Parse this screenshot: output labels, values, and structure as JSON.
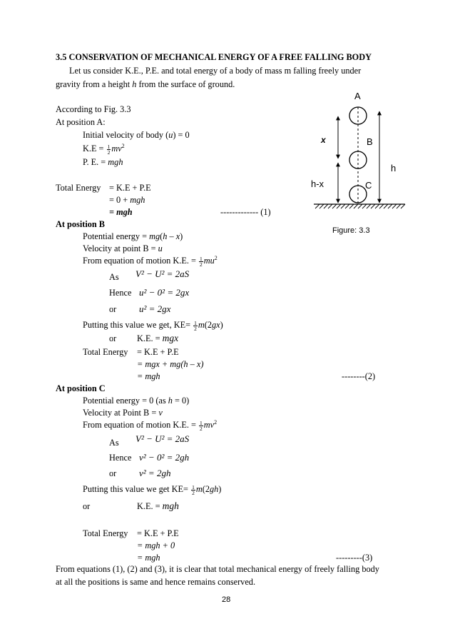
{
  "section": {
    "title": "3.5 CONSERVATION OF MECHANICAL ENERGY OF A FREE FALLING BODY",
    "intro_1": "Let us consider K.E., P.E. and total energy of a body of mass m falling freely under",
    "intro_2a": "gravity from a height ",
    "intro_h": "h",
    "intro_2b": " from the surface of ground."
  },
  "pos_a": {
    "according": "According to Fig. 3.3",
    "heading": "At position A:",
    "init_vel_a": "Initial velocity of body (",
    "init_vel_u": "u",
    "init_vel_b": ") = 0",
    "ke_label": "K.E = ",
    "half_n": "1",
    "half_d": "2",
    "ke_expr": "mv",
    "sq": "2",
    "pe_label": "P. E. = ",
    "pe_expr": "mgh",
    "total_label": "Total Energy",
    "total_l1": "= K.E + P.E",
    "total_l2a": "= 0 + ",
    "total_l2b": "mgh",
    "total_l3": "= mgh",
    "eq_marker": "------------- (1)"
  },
  "pos_b": {
    "heading": "At position B",
    "pe_a": "Potential energy = ",
    "pe_b": "mg",
    "pe_c": "(",
    "pe_d": "h – x",
    "pe_e": ")",
    "vel_a": "Velocity at point B = ",
    "vel_b": "u",
    "eom_a": "From equation of motion K.E. = ",
    "eom_b": "mu",
    "as_label": "As",
    "eq1": "V² − U² = 2aS",
    "hence_label": "Hence",
    "eq2": "u² − 0² = 2gx",
    "or_label": "or",
    "eq3": "u² = 2gx",
    "put_a": "Putting this value we get, KE= ",
    "put_b": "m",
    "put_c": "(2",
    "put_d": "gx",
    "put_e": ")",
    "or2_label": "or",
    "ke_result_a": "K.E. = ",
    "ke_result_b": "mgx",
    "total_label": "Total Energy",
    "total_l1": "= K.E + P.E",
    "total_l2": "= mgx + mg(h – x)",
    "total_l3": "= mgh",
    "eq_marker": "--------(2)"
  },
  "pos_c": {
    "heading": "At position C",
    "pe_a": "Potential energy = 0 (as ",
    "pe_b": "h",
    "pe_c": " = 0)",
    "vel_a": "Velocity at Point B = ",
    "vel_b": "v",
    "eom_a": "From equation of motion K.E. = ",
    "eom_b": "mv",
    "as_label": "As",
    "eq1": "V² − U² = 2aS",
    "hence_label": "Hence",
    "eq2": "v² − 0² = 2gh",
    "or_label": "or",
    "eq3": "v² = 2gh",
    "put_a": "Putting this value we get KE= ",
    "put_b": "m",
    "put_c": "(2",
    "put_d": "gh",
    "put_e": ")",
    "or2_label": "or",
    "ke_result_a": "K.E. = ",
    "ke_result_b": "mgh",
    "total_label": "Total Energy",
    "total_l1": "= K.E + P.E",
    "total_l2": "= mgh + 0",
    "total_l3": "= mgh",
    "eq_marker": "---------(3)"
  },
  "conclusion": {
    "line1": "From equations (1), (2) and (3), it is clear that total mechanical energy of freely falling body",
    "line2": "at all the positions is same and hence remains conserved."
  },
  "figure": {
    "label_a": "A",
    "label_b": "B",
    "label_c": "C",
    "label_x": "x",
    "label_h": "h",
    "label_hx": "h-x",
    "caption": "Figure: 3.3"
  },
  "page_number": "28"
}
